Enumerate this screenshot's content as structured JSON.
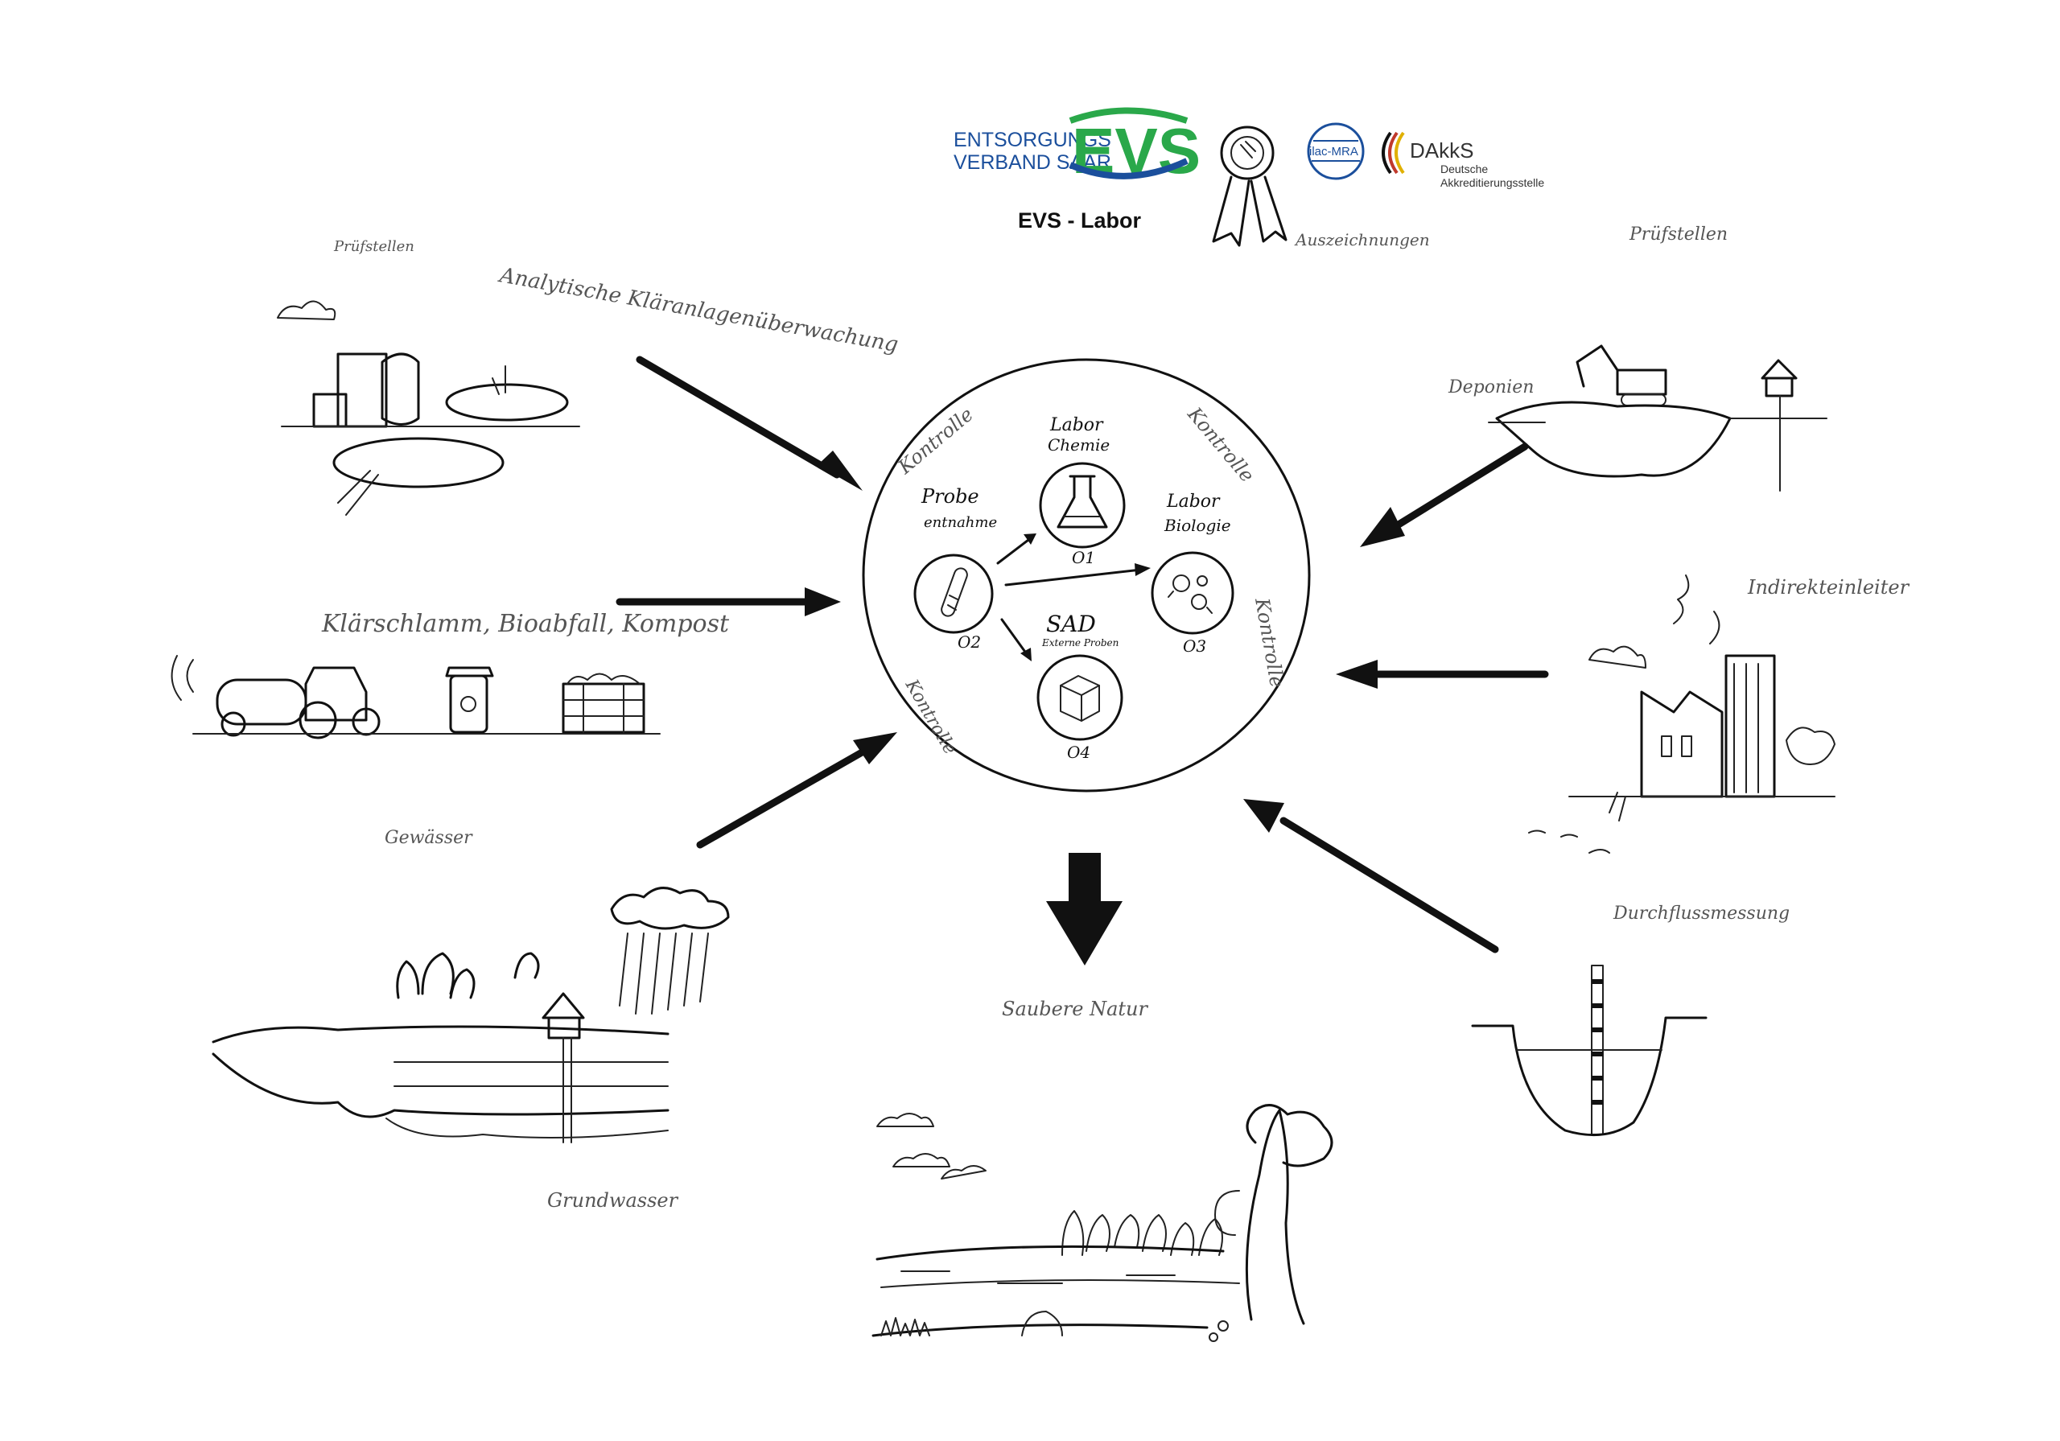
{
  "header": {
    "evs_logo_text_line1": "ENTSORGUNGS",
    "evs_logo_text_line2": "VERBAND SAAR",
    "evs_logo_mark": "EVS",
    "title": "EVS - Labor",
    "award_label": "Auszeichnungen",
    "ilac_text": "ilac-MRA",
    "dakks_name": "DAkkS",
    "dakks_sub_line1": "Deutsche",
    "dakks_sub_line2": "Akkreditierungsstelle"
  },
  "center": {
    "sampling": {
      "label_line1": "Probe",
      "label_line2": "entnahme",
      "code": "O2"
    },
    "chem": {
      "label_line1": "Labor",
      "label_line2": "Chemie",
      "code": "O1"
    },
    "bio": {
      "label_line1": "Labor",
      "label_line2": "Biologie",
      "code": "O3"
    },
    "sad": {
      "label_line1": "SAD",
      "label_line2": "Externe Proben",
      "code": "O4"
    },
    "control_labels": [
      "Kontrolle",
      "Kontrolle",
      "Kontrolle",
      "Kontrolle"
    ]
  },
  "sources": {
    "top_left_small": "Prüfstellen",
    "top_left": "Analytische Kläranlagenüberwachung",
    "mid_left": "Klärschlamm, Bioabfall, Kompost",
    "gewaesser": "Gewässer",
    "grundwasser": "Grundwasser",
    "top_right": "Prüfstellen",
    "deponien": "Deponien",
    "indirekt": "Indirekteinleiter",
    "durchfluss": "Durchflussmessung",
    "output": "Saubere Natur"
  },
  "colors": {
    "ink": "#111111",
    "evs_blue": "#1b4f9c",
    "evs_green": "#2aa84a",
    "handwriting_grey": "#555555"
  }
}
